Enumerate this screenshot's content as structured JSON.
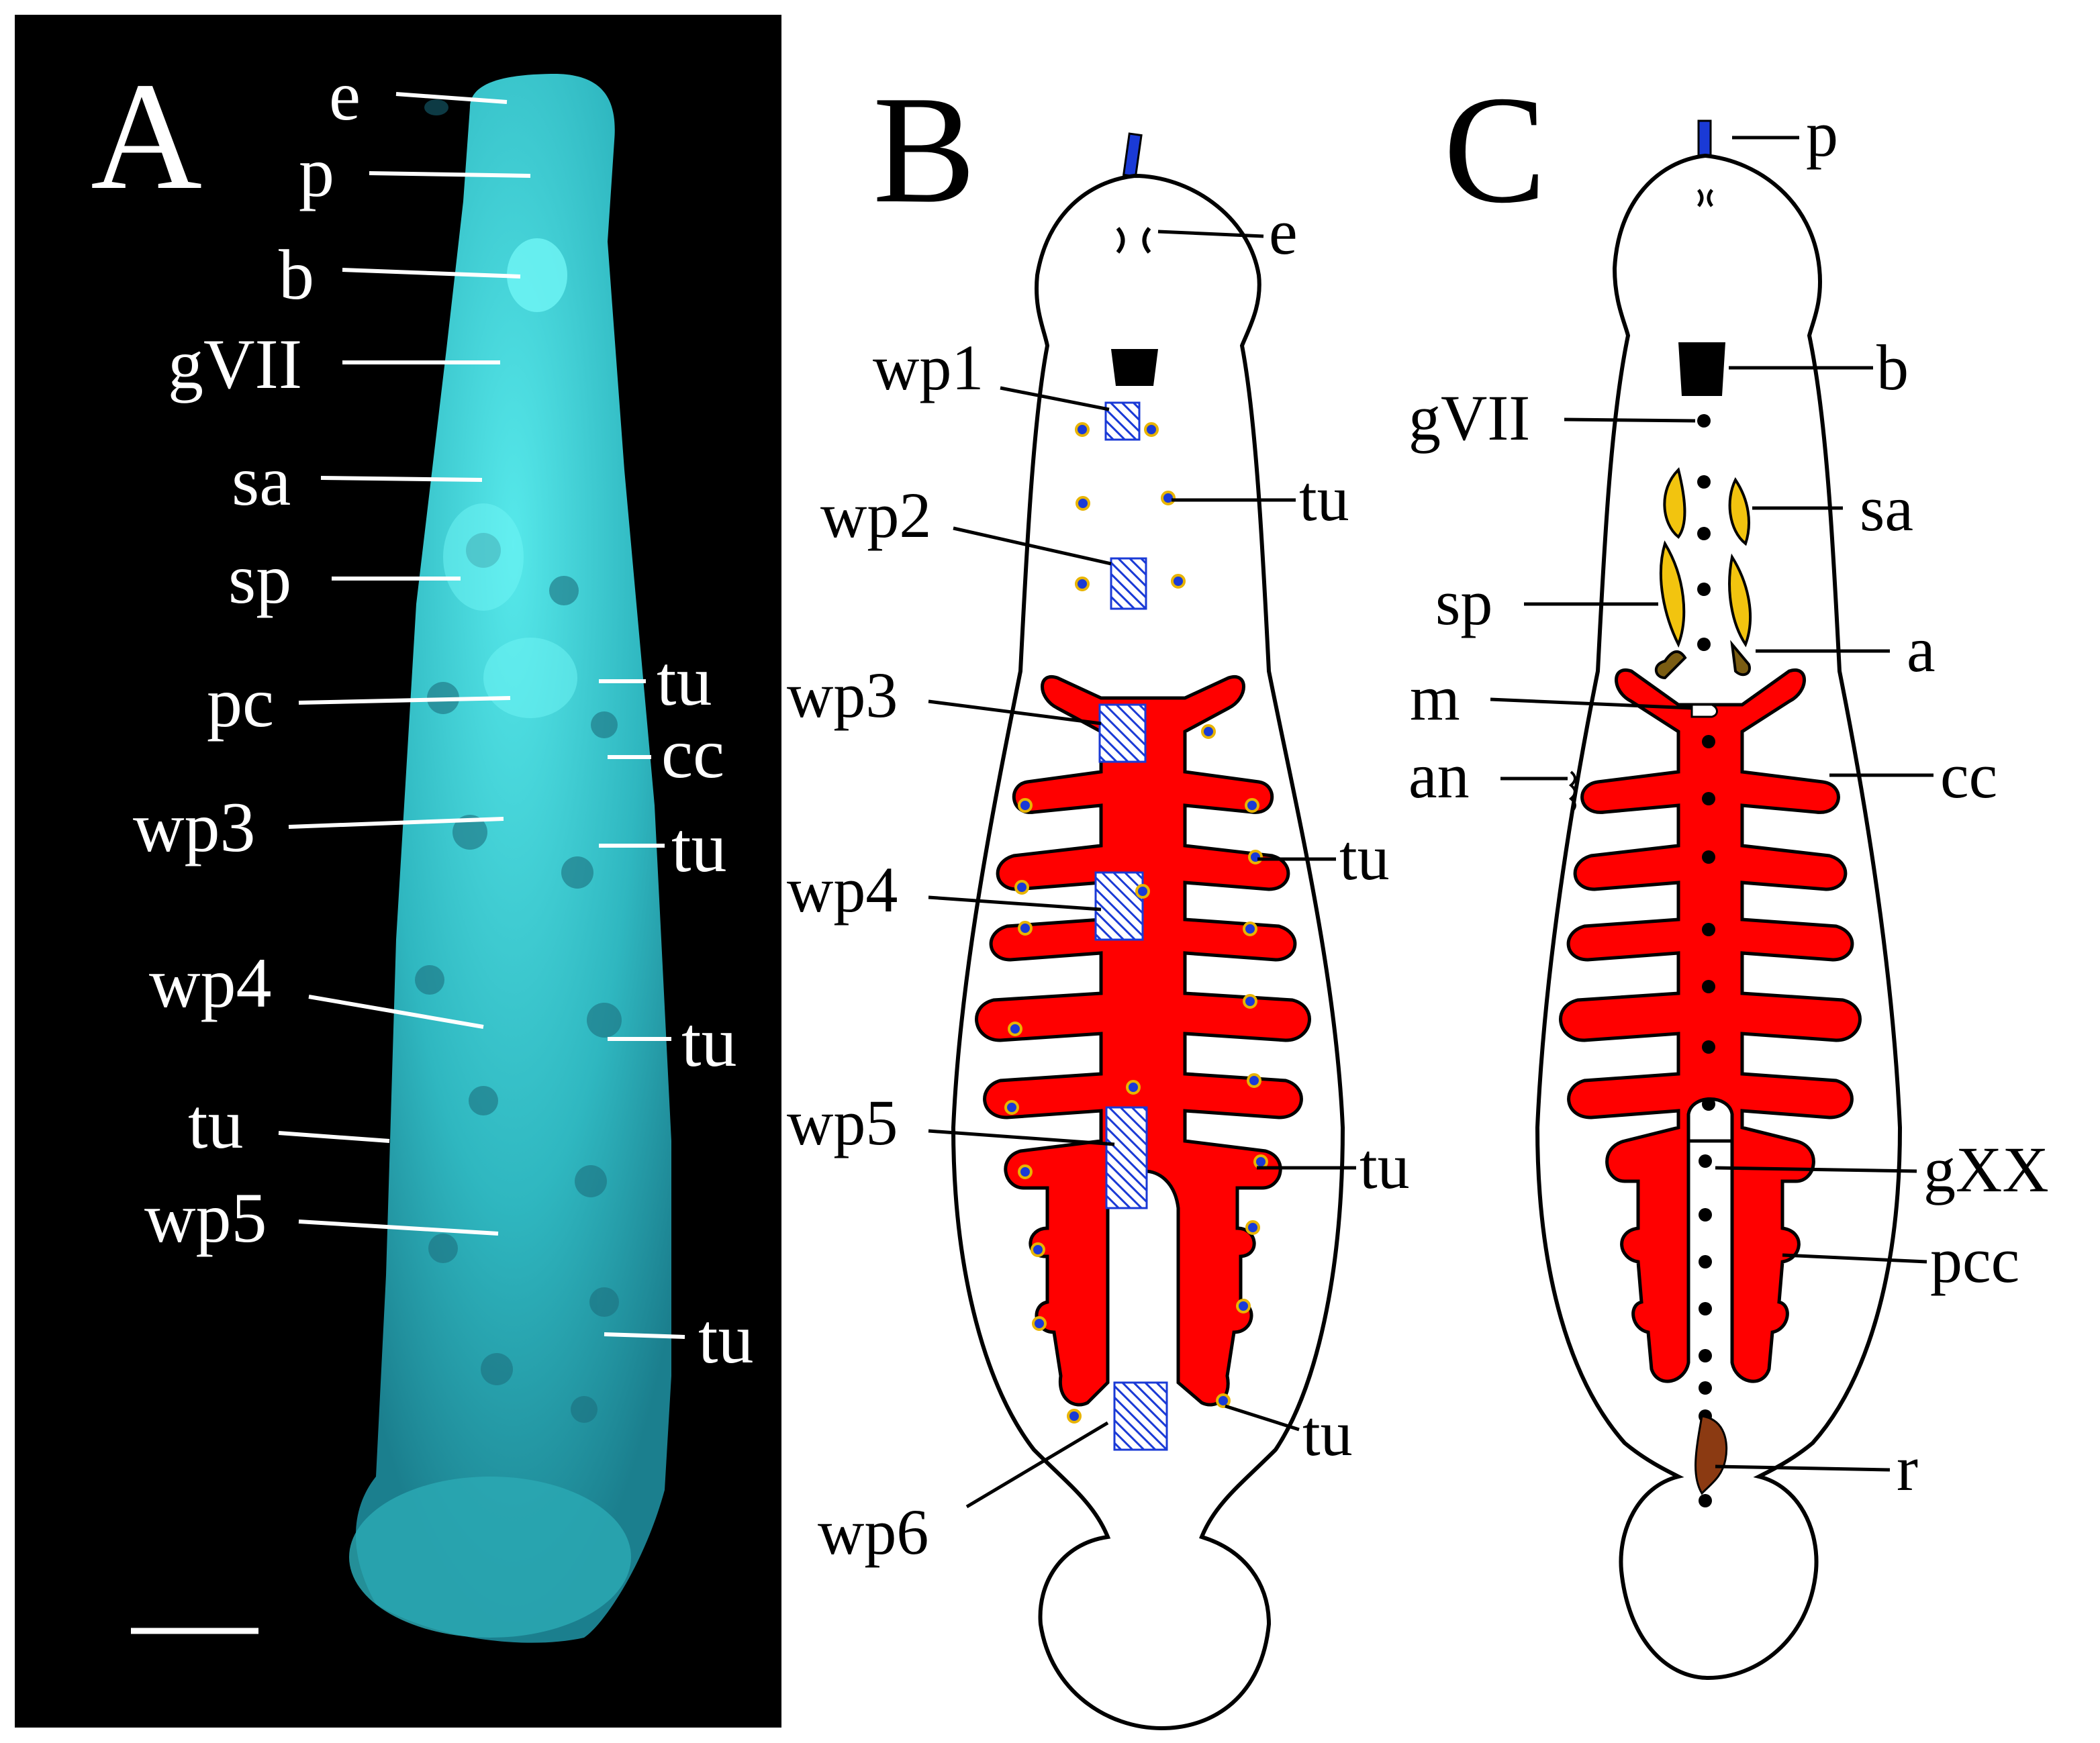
{
  "panels": {
    "a": {
      "letter": "A",
      "labels": {
        "e": "e",
        "p": "p",
        "b": "b",
        "gvii": "gVII",
        "sa": "sa",
        "sp": "sp",
        "pc": "pc",
        "tu1": "tu",
        "cc": "cc",
        "wp3": "wp3",
        "tu2": "tu",
        "wp4": "wp4",
        "tu3": "tu",
        "tu4": "tu",
        "wp5": "wp5",
        "tu5": "tu"
      }
    },
    "b": {
      "letter": "B",
      "labels": {
        "e": "e",
        "wp1": "wp1",
        "tu1": "tu",
        "wp2": "wp2",
        "wp3": "wp3",
        "wp4": "wp4",
        "tu2": "tu",
        "wp5": "wp5",
        "tu3": "tu",
        "tu4": "tu",
        "wp6": "wp6"
      }
    },
    "c": {
      "letter": "C",
      "labels": {
        "p": "p",
        "b": "b",
        "gvii": "gVII",
        "sa": "sa",
        "sp": "sp",
        "a": "a",
        "m": "m",
        "an": "an",
        "cc": "cc",
        "gxx": "gXX",
        "pcc": "pcc",
        "r": "r"
      }
    }
  },
  "colors": {
    "crop": "#ff0000",
    "wing_patch": "#1a3ad6",
    "tubercle": "#1a3ad6",
    "tubercle_ring": "#e8b400",
    "salivary_anterior": "#f2c40f",
    "salivary_posterior": "#f2c40f",
    "atrium": "#7a5c12",
    "rectum": "#8b3a12",
    "ganglion": "#000000",
    "fluorescence": "#3fd4d8",
    "photo_background": "#000000"
  }
}
